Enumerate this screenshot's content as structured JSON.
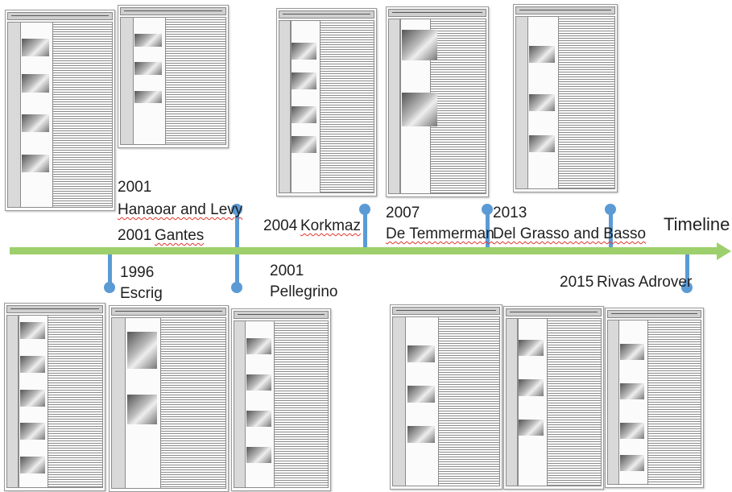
{
  "timeline": {
    "title": "Timeline",
    "above": [
      {
        "year": "2001",
        "authors": "Hanaoar and Levy"
      },
      {
        "year": "2001",
        "authors": "Gantes"
      },
      {
        "year": "2004",
        "authors": "Korkmaz"
      },
      {
        "year": "2007",
        "authors": "De Temmerman"
      },
      {
        "year": "2013",
        "authors": "Del Grasso and Basso"
      }
    ],
    "below": [
      {
        "year": "1996",
        "authors": "Escrig"
      },
      {
        "year": "2001",
        "authors": "Pellegrino"
      },
      {
        "year": "2015",
        "authors": "Rivas Adrover"
      }
    ]
  },
  "colors": {
    "axis": "#9ecf6d",
    "markers": "#5b9bd5",
    "label_text": "#1f1f1f"
  }
}
